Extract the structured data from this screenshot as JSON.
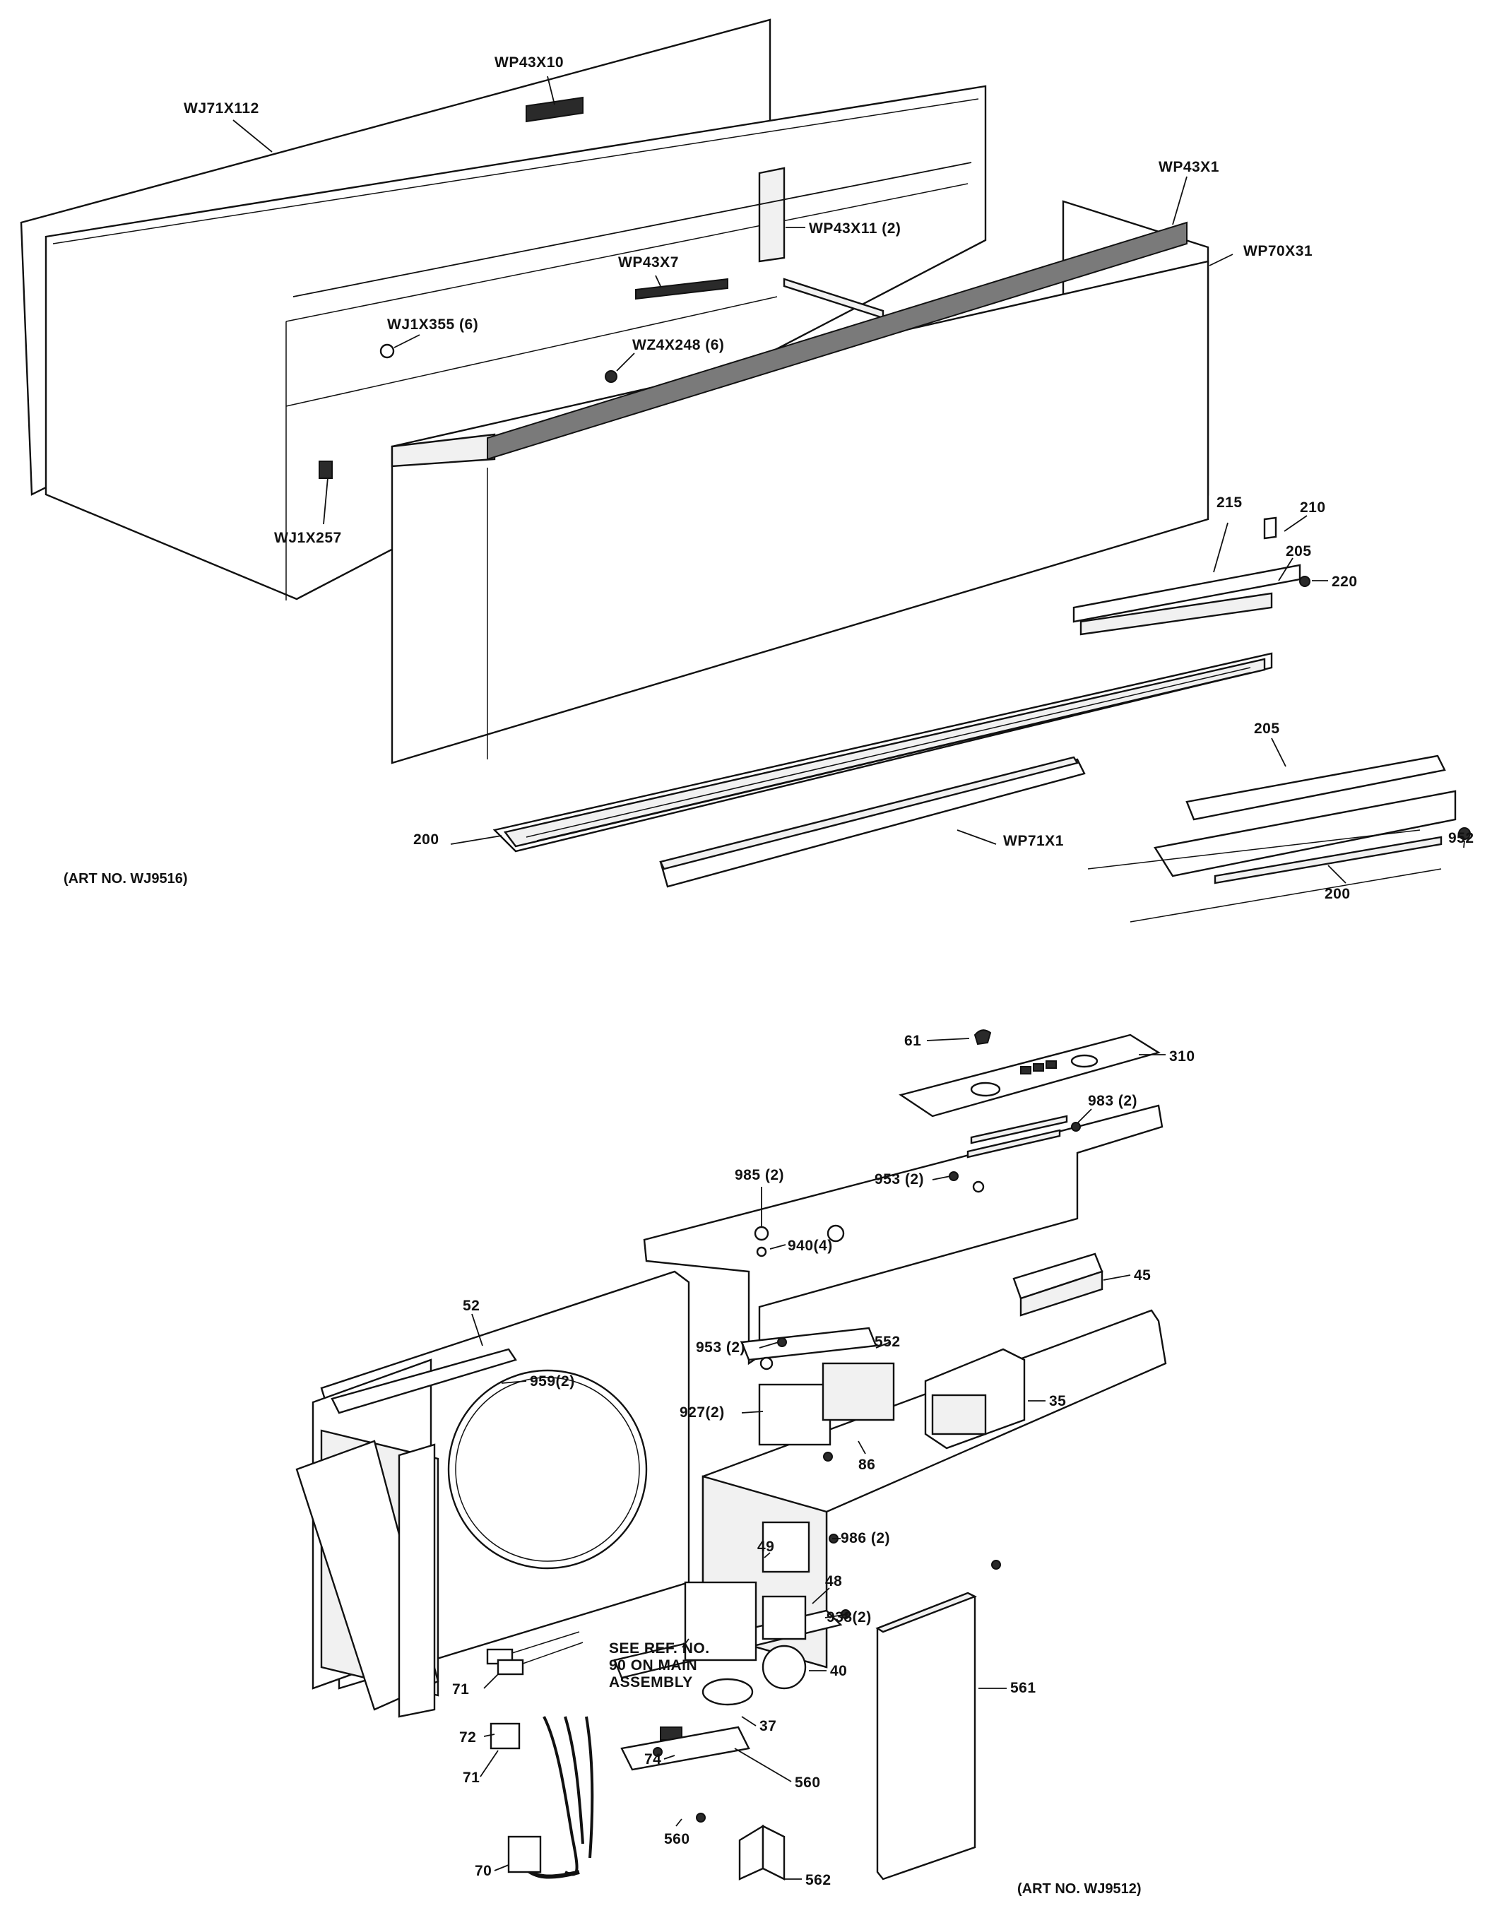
{
  "diagrams": [
    {
      "id": "cabinet",
      "art_number": "(ART NO. WJ9516)",
      "labels": [
        "WP43X10",
        "WJ71X112",
        "WP43X11 (2)",
        "WP43X1",
        "WP70X31",
        "WP43X7",
        "WJ1X355 (6)",
        "WZ4X248 (6)",
        "WJ1X257",
        "215",
        "210",
        "205",
        "220",
        "200",
        "WP71X1",
        "205",
        "952",
        "200"
      ]
    },
    {
      "id": "control-chassis",
      "art_number": "(ART NO. WJ9512)",
      "labels": [
        "61",
        "310",
        "983 (2)",
        "985 (2)",
        "953 (2)",
        "940(4)",
        "45",
        "52",
        "959(2)",
        "953 (2)",
        "552",
        "927(2)",
        "35",
        "86",
        "49",
        "986 (2)",
        "48",
        "938(2)",
        "SEE REF. NO.",
        "90 ON MAIN",
        "ASSEMBLY",
        "40",
        "71",
        "72",
        "71",
        "37",
        "74",
        "560",
        "560",
        "561",
        "70",
        "562"
      ]
    }
  ]
}
